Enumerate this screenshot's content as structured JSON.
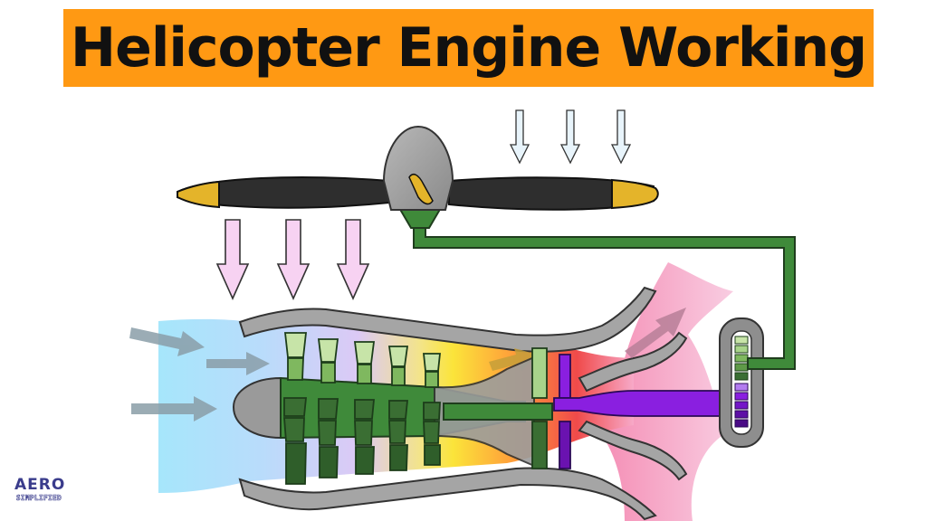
{
  "title": "Helicopter Engine Working",
  "logo": {
    "main": "AERO",
    "sub": "SIMPLIFIED"
  },
  "colors": {
    "banner": "#ff9913",
    "blade": "#2e2e2e",
    "blade_tip": "#e4b42a",
    "shaft_green": "#3f8a3a",
    "turbine_purple": "#8a1fe0",
    "casing": "#8e8e8e",
    "down_arrows": "#f7d2f2",
    "intake_arrows": "#8a9ea8"
  },
  "icons": [
    "rotor-blade-icon",
    "downwash-arrow-icon",
    "intake-arrow-icon",
    "gearbox-icon"
  ]
}
